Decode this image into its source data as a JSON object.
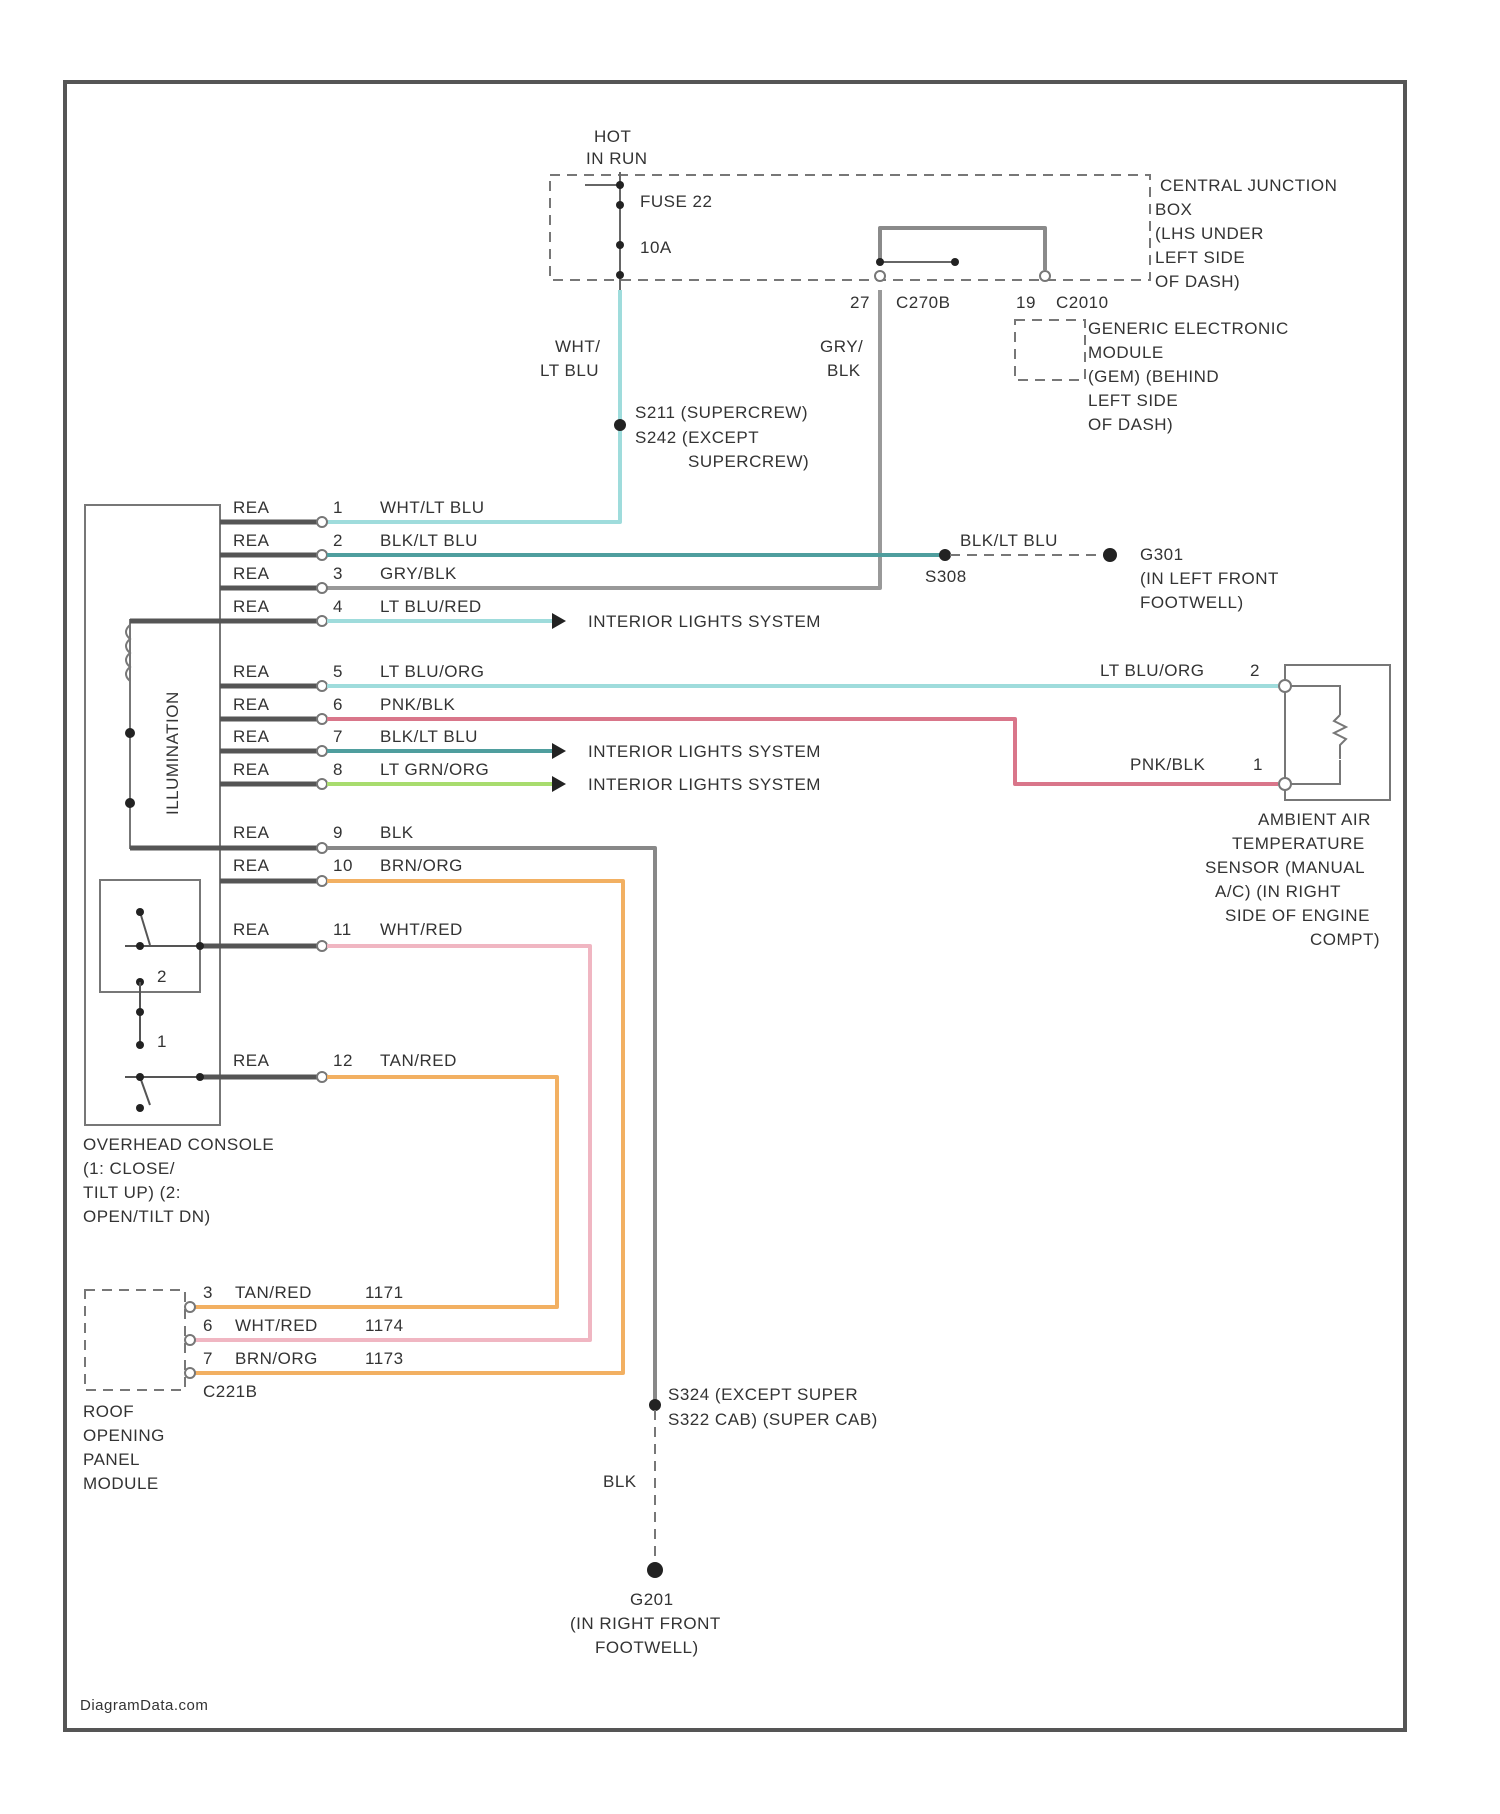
{
  "power": {
    "hot": "HOT",
    "in_run": "IN RUN",
    "fuse": "FUSE 22",
    "amps": "10A"
  },
  "junction_box": {
    "name": "CENTRAL JUNCTION",
    "lines": [
      "BOX",
      "(LHS UNDER",
      "LEFT SIDE",
      "OF DASH)"
    ],
    "pin_c2": "27",
    "conn_c2": "C270B",
    "pin_c3": "19",
    "conn_c3": "C2010"
  },
  "gem": {
    "lines": [
      "GENERIC ELECTRONIC",
      "MODULE",
      "(GEM) (BEHIND",
      "LEFT SIDE",
      "OF DASH)"
    ]
  },
  "feed_wires": {
    "left": [
      "WHT/",
      "LT BLU"
    ],
    "right": [
      "GRY/",
      "BLK"
    ]
  },
  "splice_top": {
    "line1": "S211  (SUPERCREW)",
    "line2": "S242  (EXCEPT",
    "line3": "SUPERCREW)"
  },
  "overhead_pins": [
    {
      "conn": "REA",
      "pin": "1",
      "wire": "WHT/LT BLU"
    },
    {
      "conn": "REA",
      "pin": "2",
      "wire": "BLK/LT BLU"
    },
    {
      "conn": "REA",
      "pin": "3",
      "wire": "GRY/BLK"
    },
    {
      "conn": "REA",
      "pin": "4",
      "wire": "LT BLU/RED"
    },
    {
      "conn": "REA",
      "pin": "5",
      "wire": "LT BLU/ORG"
    },
    {
      "conn": "REA",
      "pin": "6",
      "wire": "PNK/BLK"
    },
    {
      "conn": "REA",
      "pin": "7",
      "wire": "BLK/LT BLU"
    },
    {
      "conn": "REA",
      "pin": "8",
      "wire": "LT GRN/ORG"
    },
    {
      "conn": "REA",
      "pin": "9",
      "wire": "BLK"
    },
    {
      "conn": "REA",
      "pin": "10",
      "wire": "BRN/ORG"
    },
    {
      "conn": "REA",
      "pin": "11",
      "wire": "WHT/RED"
    },
    {
      "conn": "REA",
      "pin": "12",
      "wire": "TAN/RED"
    }
  ],
  "destinations": {
    "interior_lights": "INTERIOR LIGHTS SYSTEM"
  },
  "ground_left": {
    "wire": "BLK/LT BLU",
    "splice": "S308",
    "name": "G301",
    "lines": [
      "(IN LEFT FRONT",
      "FOOTWELL)"
    ]
  },
  "illumination_label": "ILLUMINATION",
  "ambient_sensor": {
    "wire_top": "LT BLU/ORG",
    "pin_top": "2",
    "wire_bottom": "PNK/BLK",
    "pin_bottom": "1",
    "lines": [
      "AMBIENT AIR",
      "TEMPERATURE",
      "SENSOR (MANUAL",
      "A/C) (IN RIGHT",
      "SIDE OF ENGINE",
      "COMPT)"
    ]
  },
  "switch_positions": {
    "p2": "2",
    "p1": "1"
  },
  "overhead_console": {
    "lines": [
      "OVERHEAD CONSOLE",
      "(1: CLOSE/",
      "TILT UP) (2:",
      "OPEN/TILT DN)"
    ]
  },
  "roof_module": {
    "pins": [
      {
        "pin": "3",
        "wire": "TAN/RED",
        "circuit": "1171"
      },
      {
        "pin": "6",
        "wire": "WHT/RED",
        "circuit": "1174"
      },
      {
        "pin": "7",
        "wire": "BRN/ORG",
        "circuit": "1173"
      }
    ],
    "connector": "C221B",
    "lines": [
      "ROOF",
      "OPENING",
      "PANEL",
      "MODULE"
    ]
  },
  "splice_bottom": {
    "line1": "S324   (EXCEPT SUPER",
    "line2": "S322    CAB) (SUPER CAB)"
  },
  "ground_right": {
    "wire": "BLK",
    "name": "G201",
    "lines": [
      "(IN RIGHT FRONT",
      "FOOTWELL)"
    ]
  },
  "watermark": "DiagramData.com",
  "colors": {
    "lt_blu": "#9fdcdc",
    "teal": "#4f9e9e",
    "pink": "#d9768a",
    "light_pink": "#f0b6c2",
    "orange": "#f2b062",
    "green": "#a8dc6e",
    "gray": "#999999"
  }
}
